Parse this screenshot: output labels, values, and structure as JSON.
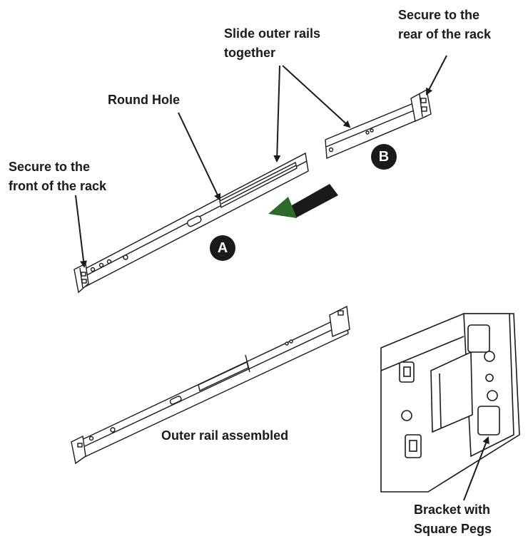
{
  "labels": {
    "secure_rear_line1": "Secure to the",
    "secure_rear_line2": "rear of the rack",
    "slide_line1": "Slide outer rails",
    "slide_line2": "together",
    "round_hole": "Round Hole",
    "secure_front_line1": "Secure to the",
    "secure_front_line2": "front of the rack",
    "assembled": "Outer rail assembled",
    "bracket_line1": "Bracket with",
    "bracket_line2": "Square Pegs"
  },
  "badges": {
    "a": "A",
    "b": "B"
  },
  "colors": {
    "ink": "#1a1a1a",
    "arrow_dark": "#1a1a1a",
    "arrow_green": "#2e6b2a",
    "rail_fill": "#ffffff"
  }
}
